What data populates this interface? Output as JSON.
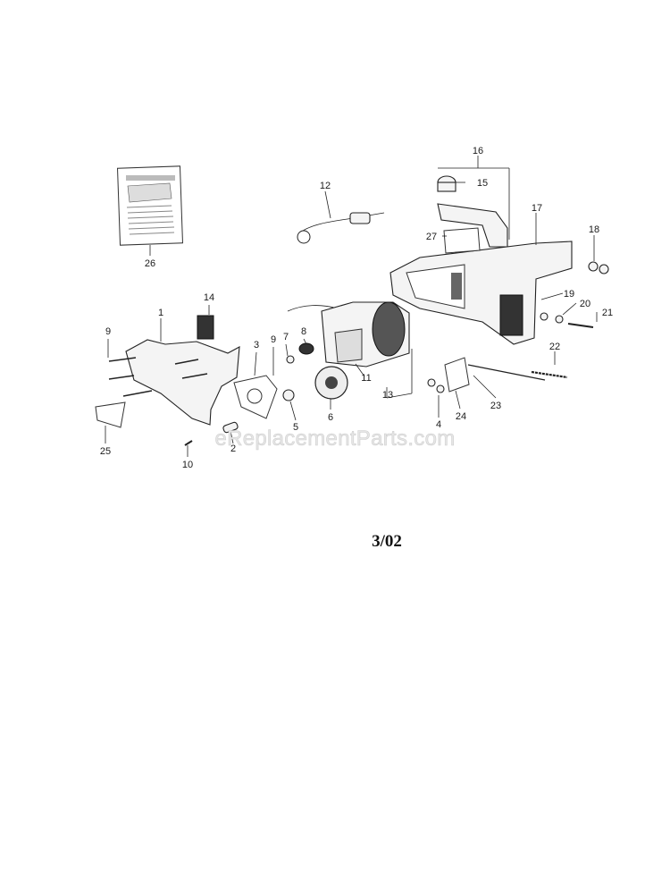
{
  "diagram": {
    "callouts": [
      "1",
      "2",
      "3",
      "4",
      "5",
      "6",
      "7",
      "8",
      "9",
      "9",
      "10",
      "11",
      "12",
      "13",
      "14",
      "15",
      "16",
      "17",
      "18",
      "19",
      "20",
      "21",
      "22",
      "23",
      "24",
      "25",
      "26",
      "27"
    ],
    "watermark": "eReplacementParts.com",
    "revision_date": "3/02"
  }
}
